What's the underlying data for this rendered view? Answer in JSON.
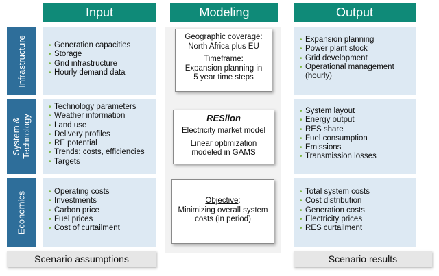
{
  "columns": {
    "input": "Input",
    "modeling": "Modeling",
    "output": "Output"
  },
  "rows": {
    "infrastructure": "Infrastructure",
    "system_technology": [
      "System &",
      "Technology"
    ],
    "economics": "Economics"
  },
  "input": {
    "infrastructure": [
      "Generation capacities",
      "Storage",
      "Grid infrastructure",
      "Hourly demand data"
    ],
    "system_technology": [
      "Technology parameters",
      "Weather information",
      "Land use",
      "Delivery profiles",
      "RE potential",
      "Trends: costs, efficiencies",
      "Targets"
    ],
    "economics": [
      "Operating costs",
      "Investments",
      "Carbon price",
      "Fuel prices",
      "Cost  of curtailment"
    ]
  },
  "modeling": {
    "box1": {
      "geo_label": "Geographic coverage",
      "geo_colon": ":",
      "geo_value": "North Africa plus EU",
      "time_label": "Timeframe",
      "time_colon": ":",
      "time_value_1": "Expansion planning  in",
      "time_value_2": "5 year time steps"
    },
    "box2": {
      "title": "RESlion",
      "line1": "Electricity market model",
      "line2a": "Linear optimization",
      "line2b": "modeled in GAMS"
    },
    "box3": {
      "obj_label": "Objective",
      "obj_colon": ":",
      "obj_value_1": "Minimizing  overall system",
      "obj_value_2": "costs (in period)"
    }
  },
  "output": {
    "infrastructure": [
      "Expansion planning",
      "Power plant stock",
      "Grid development",
      "Operational management",
      "(hourly)"
    ],
    "system_technology": [
      "System layout",
      "Energy output",
      "RES share",
      "Fuel consumption",
      "Emissions",
      "Transmission losses"
    ],
    "economics": [
      "Total system costs",
      "Cost distribution",
      "Generation costs",
      "Electricity prices",
      "RES curtailment"
    ]
  },
  "footer": {
    "left": "Scenario assumptions",
    "right": "Scenario results"
  },
  "colors": {
    "header_green": "#0f8a78",
    "row_blue": "#2e6e9a",
    "panel_blue": "#dde9f3",
    "bullet_green": "#7fb842"
  }
}
